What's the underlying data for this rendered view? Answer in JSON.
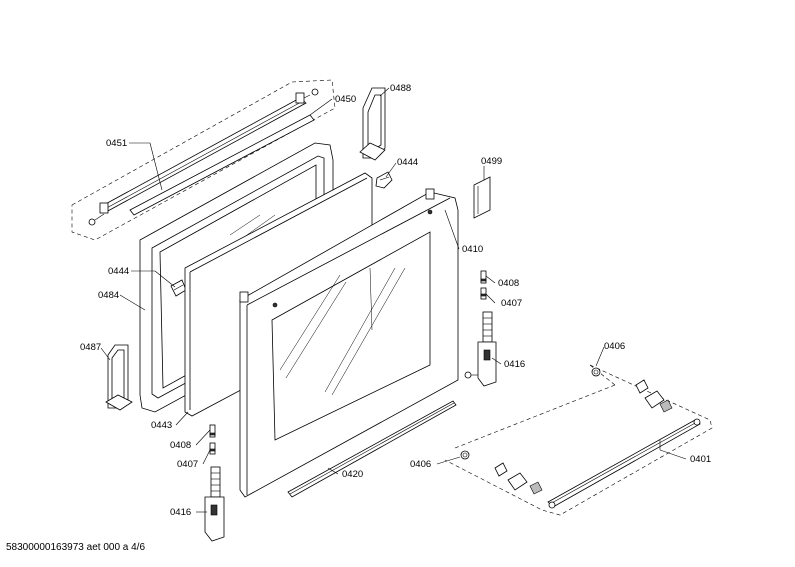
{
  "labels": {
    "p0451": "0451",
    "p0450": "0450",
    "p0488": "0488",
    "p0444a": "0444",
    "p0499": "0499",
    "p0410": "0410",
    "p0444b": "0444",
    "p0484": "0484",
    "p0408a": "0408",
    "p0407a": "0407",
    "p0487": "0487",
    "p0416a": "0416",
    "p0406a": "0406",
    "p0443": "0443",
    "p0408b": "0408",
    "p0407b": "0407",
    "p0406b": "0406",
    "p0401": "0401",
    "p0420": "0420",
    "p0416b": "0416"
  },
  "footer": "58300000163973 aet 000 a 4/6"
}
